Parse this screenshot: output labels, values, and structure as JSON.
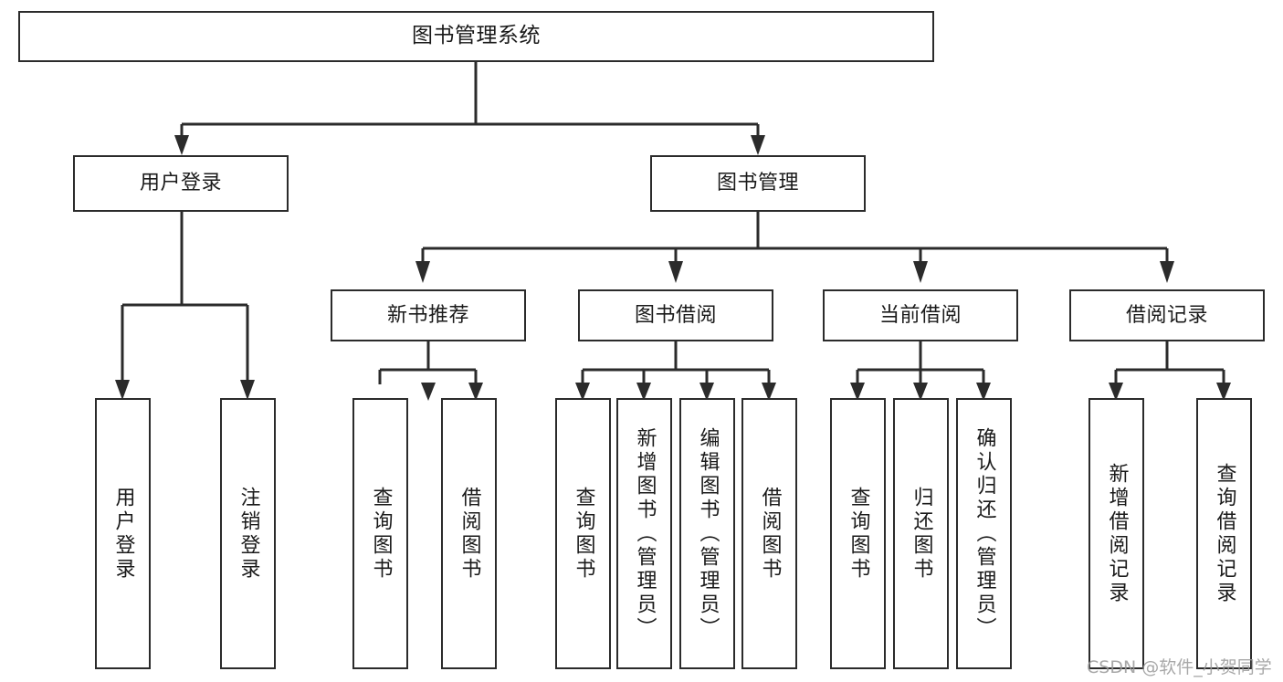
{
  "diagram": {
    "title": "图书管理系统",
    "root": {
      "id": "root",
      "label": "图书管理系统"
    },
    "level2": [
      {
        "id": "user-login",
        "label": "用户登录"
      },
      {
        "id": "book-management",
        "label": "图书管理"
      }
    ],
    "level3": [
      {
        "id": "new-book-recommend",
        "label": "新书推荐"
      },
      {
        "id": "book-borrow",
        "label": "图书借阅"
      },
      {
        "id": "current-borrow",
        "label": "当前借阅"
      },
      {
        "id": "borrow-record",
        "label": "借阅记录"
      }
    ],
    "leaves": {
      "user_login": [
        {
          "id": "leaf-user-login",
          "label": "用户登录"
        },
        {
          "id": "leaf-logout-login",
          "label": "注销登录"
        }
      ],
      "new_book_recommend": [
        {
          "id": "leaf-query-book-1",
          "label": "查询图书"
        },
        {
          "id": "leaf-borrow-book-1",
          "label": "借阅图书"
        }
      ],
      "book_borrow": [
        {
          "id": "leaf-query-book-2",
          "label": "查询图书"
        },
        {
          "id": "leaf-add-book",
          "label": "新增图书（管理员）"
        },
        {
          "id": "leaf-edit-book",
          "label": "编辑图书（管理员）"
        },
        {
          "id": "leaf-borrow-book-2",
          "label": "借阅图书"
        }
      ],
      "current_borrow": [
        {
          "id": "leaf-query-book-3",
          "label": "查询图书"
        },
        {
          "id": "leaf-return-book",
          "label": "归还图书"
        },
        {
          "id": "leaf-confirm-return",
          "label": "确认归还（管理员）"
        }
      ],
      "borrow_record": [
        {
          "id": "leaf-add-borrow-record",
          "label": "新增借阅记录"
        },
        {
          "id": "leaf-query-borrow-record",
          "label": "查询借阅记录"
        }
      ]
    },
    "watermark": "CSDN @软件_小贺同学",
    "colors": {
      "stroke": "#2b2b2b",
      "fill": "#ffffff",
      "text": "#1a1a1a",
      "watermark": "#9a9a9a"
    }
  }
}
